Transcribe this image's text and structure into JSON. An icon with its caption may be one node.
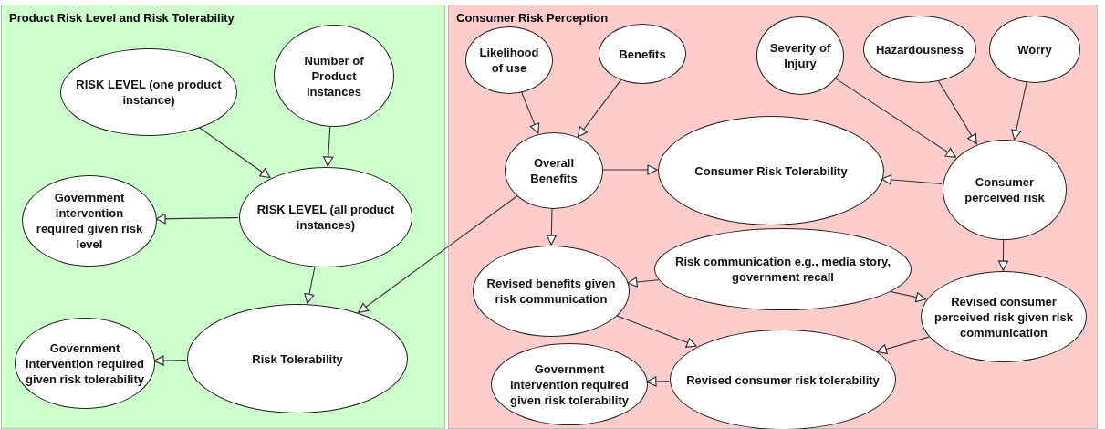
{
  "diagram": {
    "nodes": [
      {
        "text": [
          "Product Risk Level and Risk Tolerability"
        ]
      },
      {
        "text": [
          "RISK LEVEL (one product instance)"
        ],
        "in": 0
      },
      {
        "text": [
          "Number of Product Instances"
        ],
        "in": 0
      },
      {
        "text": [
          "Government intervention required given risk level"
        ],
        "in": 0
      },
      {
        "text": [
          "RISK LEVEL (all product instances)"
        ],
        "in": 0
      },
      {
        "text": [
          "Government intervention required given risk tolerability"
        ],
        "in": 0
      },
      {
        "text": [
          "Risk Tolerability"
        ],
        "in": 0
      },
      {
        "text": [
          "Consumer Risk Perception"
        ]
      },
      {
        "text": [
          "Likelihood of use"
        ],
        "in": 7
      },
      {
        "text": [
          "Benefits"
        ],
        "in": 7
      },
      {
        "text": [
          "Severity of Injury"
        ],
        "in": 7
      },
      {
        "text": [
          "Hazardousness"
        ],
        "in": 7
      },
      {
        "text": [
          "Worry"
        ],
        "in": 7
      },
      {
        "text": [
          "Overall Benefits"
        ],
        "in": 7
      },
      {
        "text": [
          "Consumer Risk Tolerability"
        ],
        "in": 7
      },
      {
        "text": [
          "Consumer perceived risk"
        ],
        "in": 7
      },
      {
        "text": [
          "Risk communication e.g., media story, government recall"
        ],
        "in": 7
      },
      {
        "text": [
          "Revised benefits given risk communication"
        ],
        "in": 7
      },
      {
        "text": [
          "Revised consumer perceived risk given risk communication"
        ],
        "in": 7
      },
      {
        "text": [
          "Government intervention required given risk tolerability"
        ],
        "in": 7
      },
      {
        "text": [
          "Revised consumer risk tolerability"
        ],
        "in": 7
      }
    ],
    "edges": [
      {
        "from": 1,
        "to": 4,
        "arrow": "to"
      },
      {
        "from": 2,
        "to": 4,
        "arrow": "to"
      },
      {
        "from": 4,
        "to": 3,
        "arrow": "to"
      },
      {
        "from": 4,
        "to": 6,
        "arrow": "to"
      },
      {
        "from": 6,
        "to": 5,
        "arrow": "to"
      },
      {
        "from": 13,
        "to": 6,
        "arrow": "to"
      },
      {
        "from": 8,
        "to": 13,
        "arrow": "to"
      },
      {
        "from": 9,
        "to": 13,
        "arrow": "to"
      },
      {
        "from": 13,
        "to": 14,
        "arrow": "to"
      },
      {
        "from": 10,
        "to": 15,
        "arrow": "to"
      },
      {
        "from": 11,
        "to": 15,
        "arrow": "to"
      },
      {
        "from": 12,
        "to": 15,
        "arrow": "to"
      },
      {
        "from": 15,
        "to": 14,
        "arrow": "to"
      },
      {
        "from": 13,
        "to": 17,
        "arrow": "to"
      },
      {
        "from": 16,
        "to": 17,
        "arrow": "to"
      },
      {
        "from": 16,
        "to": 18,
        "arrow": "to"
      },
      {
        "from": 15,
        "to": 18,
        "arrow": "to"
      },
      {
        "from": 17,
        "to": 20,
        "arrow": "to"
      },
      {
        "from": 18,
        "to": 20,
        "arrow": "to"
      },
      {
        "from": 20,
        "to": 19,
        "arrow": "to"
      }
    ]
  }
}
